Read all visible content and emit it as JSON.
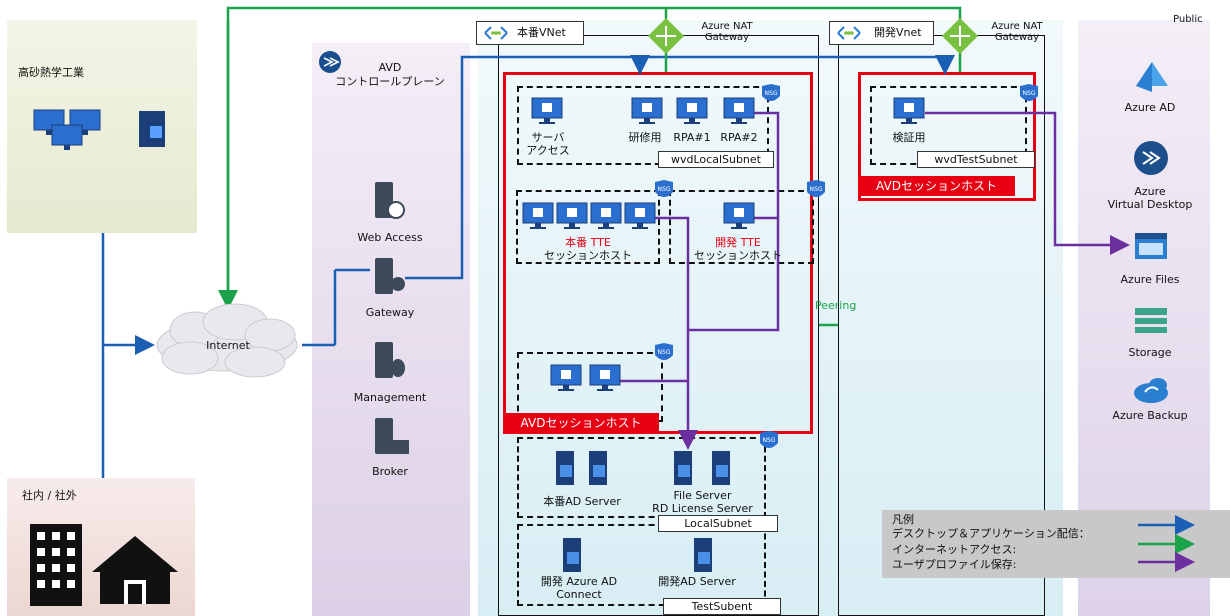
{
  "left": {
    "company": "高砂熱学工業",
    "office": "社内 / 社外",
    "internet": "Internet"
  },
  "avd": {
    "title_line1": "AVD",
    "title_line2": "コントロールプレーン",
    "web_access": "Web Access",
    "gateway": "Gateway",
    "management": "Management",
    "broker": "Broker"
  },
  "prod_vnet": {
    "label": "本番VNet",
    "nat": "Azure NAT\nGateway",
    "subnet1": {
      "server_access": "サーバ\nアクセス",
      "training": "研修用",
      "rpa1": "RPA#1",
      "rpa2": "RPA#2",
      "name": "wvdLocalSubnet"
    },
    "prod_tte_title": "本番 TTE",
    "prod_tte_sub": "セッションホスト",
    "dev_tte_title": "開発 TTE",
    "dev_tte_sub": "セッションホスト",
    "avd_session_host": "AVDセッションホスト",
    "ad_server": "本番AD Server",
    "file_server": "File Server\nRD License Server",
    "local_subnet": "LocalSubnet",
    "dev_ad_connect": "開発 Azure AD\nConnect",
    "dev_ad_server": "開発AD Server",
    "test_subnet": "TestSubent",
    "nsg": "NSG"
  },
  "dev_vnet": {
    "label": "開発Vnet",
    "nat": "Azure NAT\nGateway",
    "verify": "検証用",
    "subnet": "wvdTestSubnet",
    "avd_session_host": "AVDセッションホスト"
  },
  "peering": "Peering",
  "public": {
    "title": "Public",
    "azure_ad": "Azure AD",
    "avd": "Azure\nVirtual Desktop",
    "files": "Azure Files",
    "storage": "Storage",
    "backup": "Azure Backup"
  },
  "legend": {
    "title": "凡例",
    "item1": "デスクトップ＆アプリケーション配信：",
    "item2": "インターネットアクセス:",
    "item3": "ユーザプロファイル保存:",
    "colors": {
      "blue": "#1a5fb4",
      "green": "#1aa34a",
      "purple": "#6b2fa0"
    }
  }
}
